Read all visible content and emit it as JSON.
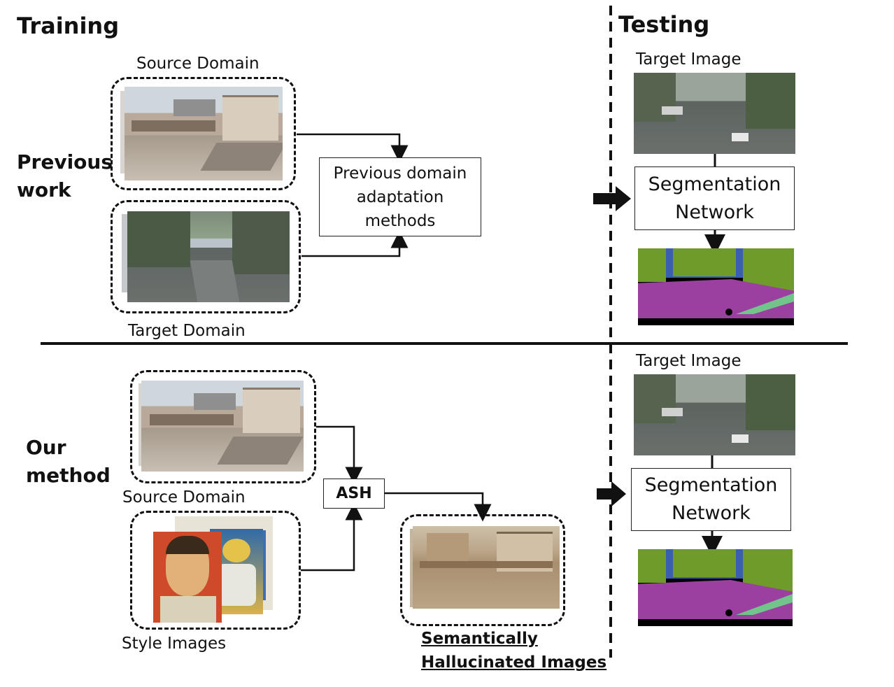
{
  "sections": {
    "training": "Training",
    "testing": "Testing"
  },
  "rows": {
    "previous": {
      "label_line1": "Previous",
      "label_line2": "work"
    },
    "ours": {
      "label_line1": "Our",
      "label_line2": "method"
    }
  },
  "captions": {
    "source_domain_top": "Source Domain",
    "target_domain": "Target Domain",
    "source_domain_bottom": "Source Domain",
    "style_images": "Style Images",
    "target_image_top": "Target Image",
    "target_image_bottom": "Target Image",
    "hallucinated_line1": "Semantically",
    "hallucinated_line2": "Hallucinated Images"
  },
  "boxes": {
    "previous_methods": "Previous domain\nadaptation\nmethods",
    "ash": "ASH",
    "seg_top": "Segmentation\nNetwork",
    "seg_bottom": "Segmentation\nNetwork"
  },
  "colors": {
    "road": "#9b3fa0",
    "vegetation": "#6e9b2a",
    "sky": "#3b5fb0",
    "building": "#6a6a6a",
    "sidewalk": "#e87ad8"
  }
}
